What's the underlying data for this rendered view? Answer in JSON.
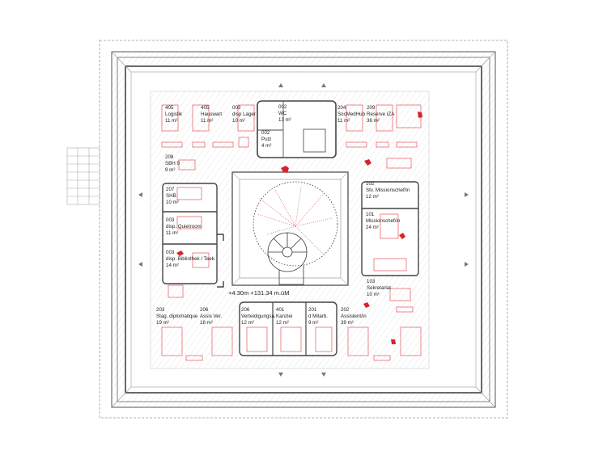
{
  "plan": {
    "elevation_label": "+4.30m +131.34 m.üM",
    "colors": {
      "furniture": "#e8545a",
      "accent": "#d8232a",
      "walls": "#555555",
      "grid": "#bbbbbb"
    },
    "rooms": [
      {
        "number": "405",
        "name": "Logistik",
        "area": "11 m²"
      },
      {
        "number": "405",
        "name": "Hauswart",
        "area": "11 m²"
      },
      {
        "number": "003",
        "name": "disp Lager",
        "area": "10 m²"
      },
      {
        "number": "002",
        "name": "WC",
        "area": "13 m²"
      },
      {
        "number": "002",
        "name": "Putz",
        "area": "4 m²"
      },
      {
        "number": "204",
        "name": "SocMedHub",
        "area": "11 m²"
      },
      {
        "number": "209",
        "name": "Reserve IZA",
        "area": "36 m²"
      },
      {
        "number": "208",
        "name": "SBH 9",
        "area": "9 m²"
      },
      {
        "number": "207",
        "name": "SHB",
        "area": "10 m²"
      },
      {
        "number": "003",
        "name": "disp. Quietroom",
        "area": "11 m²"
      },
      {
        "number": "003",
        "name": "disp. Bibliothek / Teek.",
        "area": "14 m²"
      },
      {
        "number": "102",
        "name": "Stv. Missionschef/in",
        "area": "12 m²"
      },
      {
        "number": "101",
        "name": "Missionschef/in",
        "area": "24 m²"
      },
      {
        "number": "103",
        "name": "Sekretariat",
        "area": "10 m²"
      },
      {
        "number": "203",
        "name": "Stag. diplomatique",
        "area": "19 m²"
      },
      {
        "number": "206",
        "name": "Assis Ver.",
        "area": "18 m²"
      },
      {
        "number": "206",
        "name": "Verteidigungsa.",
        "area": "12 m²"
      },
      {
        "number": "401",
        "name": "Kanzlei",
        "area": "12 m²"
      },
      {
        "number": "201",
        "name": "d Mitarb.",
        "area": "9 m²"
      },
      {
        "number": "202",
        "name": "Assistent/in",
        "area": "39 m²"
      }
    ]
  }
}
